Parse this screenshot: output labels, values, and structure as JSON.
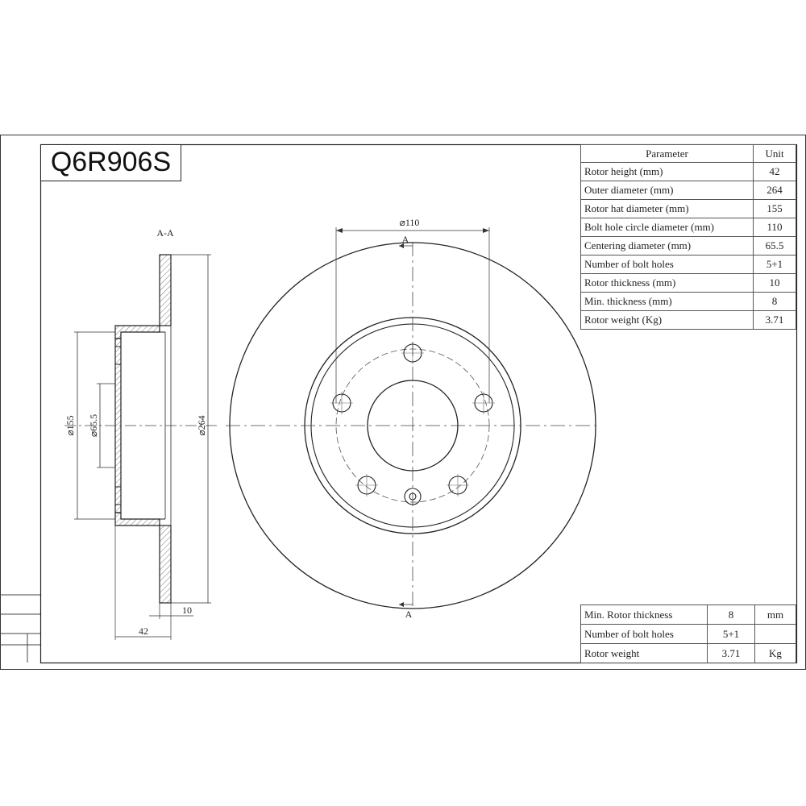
{
  "part_number": "Q6R906S",
  "drawing_labels": {
    "section": "A-A",
    "section_marker_top": "A",
    "section_marker_bottom": "A",
    "bolt_circle_dim": "⌀110",
    "hat_dim": "⌀155",
    "centering_dim": "⌀65.5",
    "outer_dim": "⌀264",
    "thickness_dim": "10",
    "height_dim": "42"
  },
  "spec_table": {
    "header": {
      "parameter": "Parameter",
      "unit": "Unit"
    },
    "rows": [
      {
        "parameter": "Rotor height (mm)",
        "value": "42"
      },
      {
        "parameter": "Outer diameter (mm)",
        "value": "264"
      },
      {
        "parameter": "Rotor hat diameter (mm)",
        "value": "155"
      },
      {
        "parameter": "Bolt hole circle diameter (mm)",
        "value": "110"
      },
      {
        "parameter": "Centering diameter (mm)",
        "value": "65.5"
      },
      {
        "parameter": "Number of bolt holes",
        "value": "5+1"
      },
      {
        "parameter": "Rotor thickness (mm)",
        "value": "10"
      },
      {
        "parameter": "Min. thickness (mm)",
        "value": "8"
      },
      {
        "parameter": "Rotor weight (Kg)",
        "value": "3.71"
      }
    ]
  },
  "summary_table": [
    {
      "label": "Min. Rotor thickness",
      "value": "8",
      "unit": "mm"
    },
    {
      "label": "Number of bolt holes",
      "value": "5+1",
      "unit": ""
    },
    {
      "label": "Rotor weight",
      "value": "3.71",
      "unit": "Kg"
    }
  ]
}
